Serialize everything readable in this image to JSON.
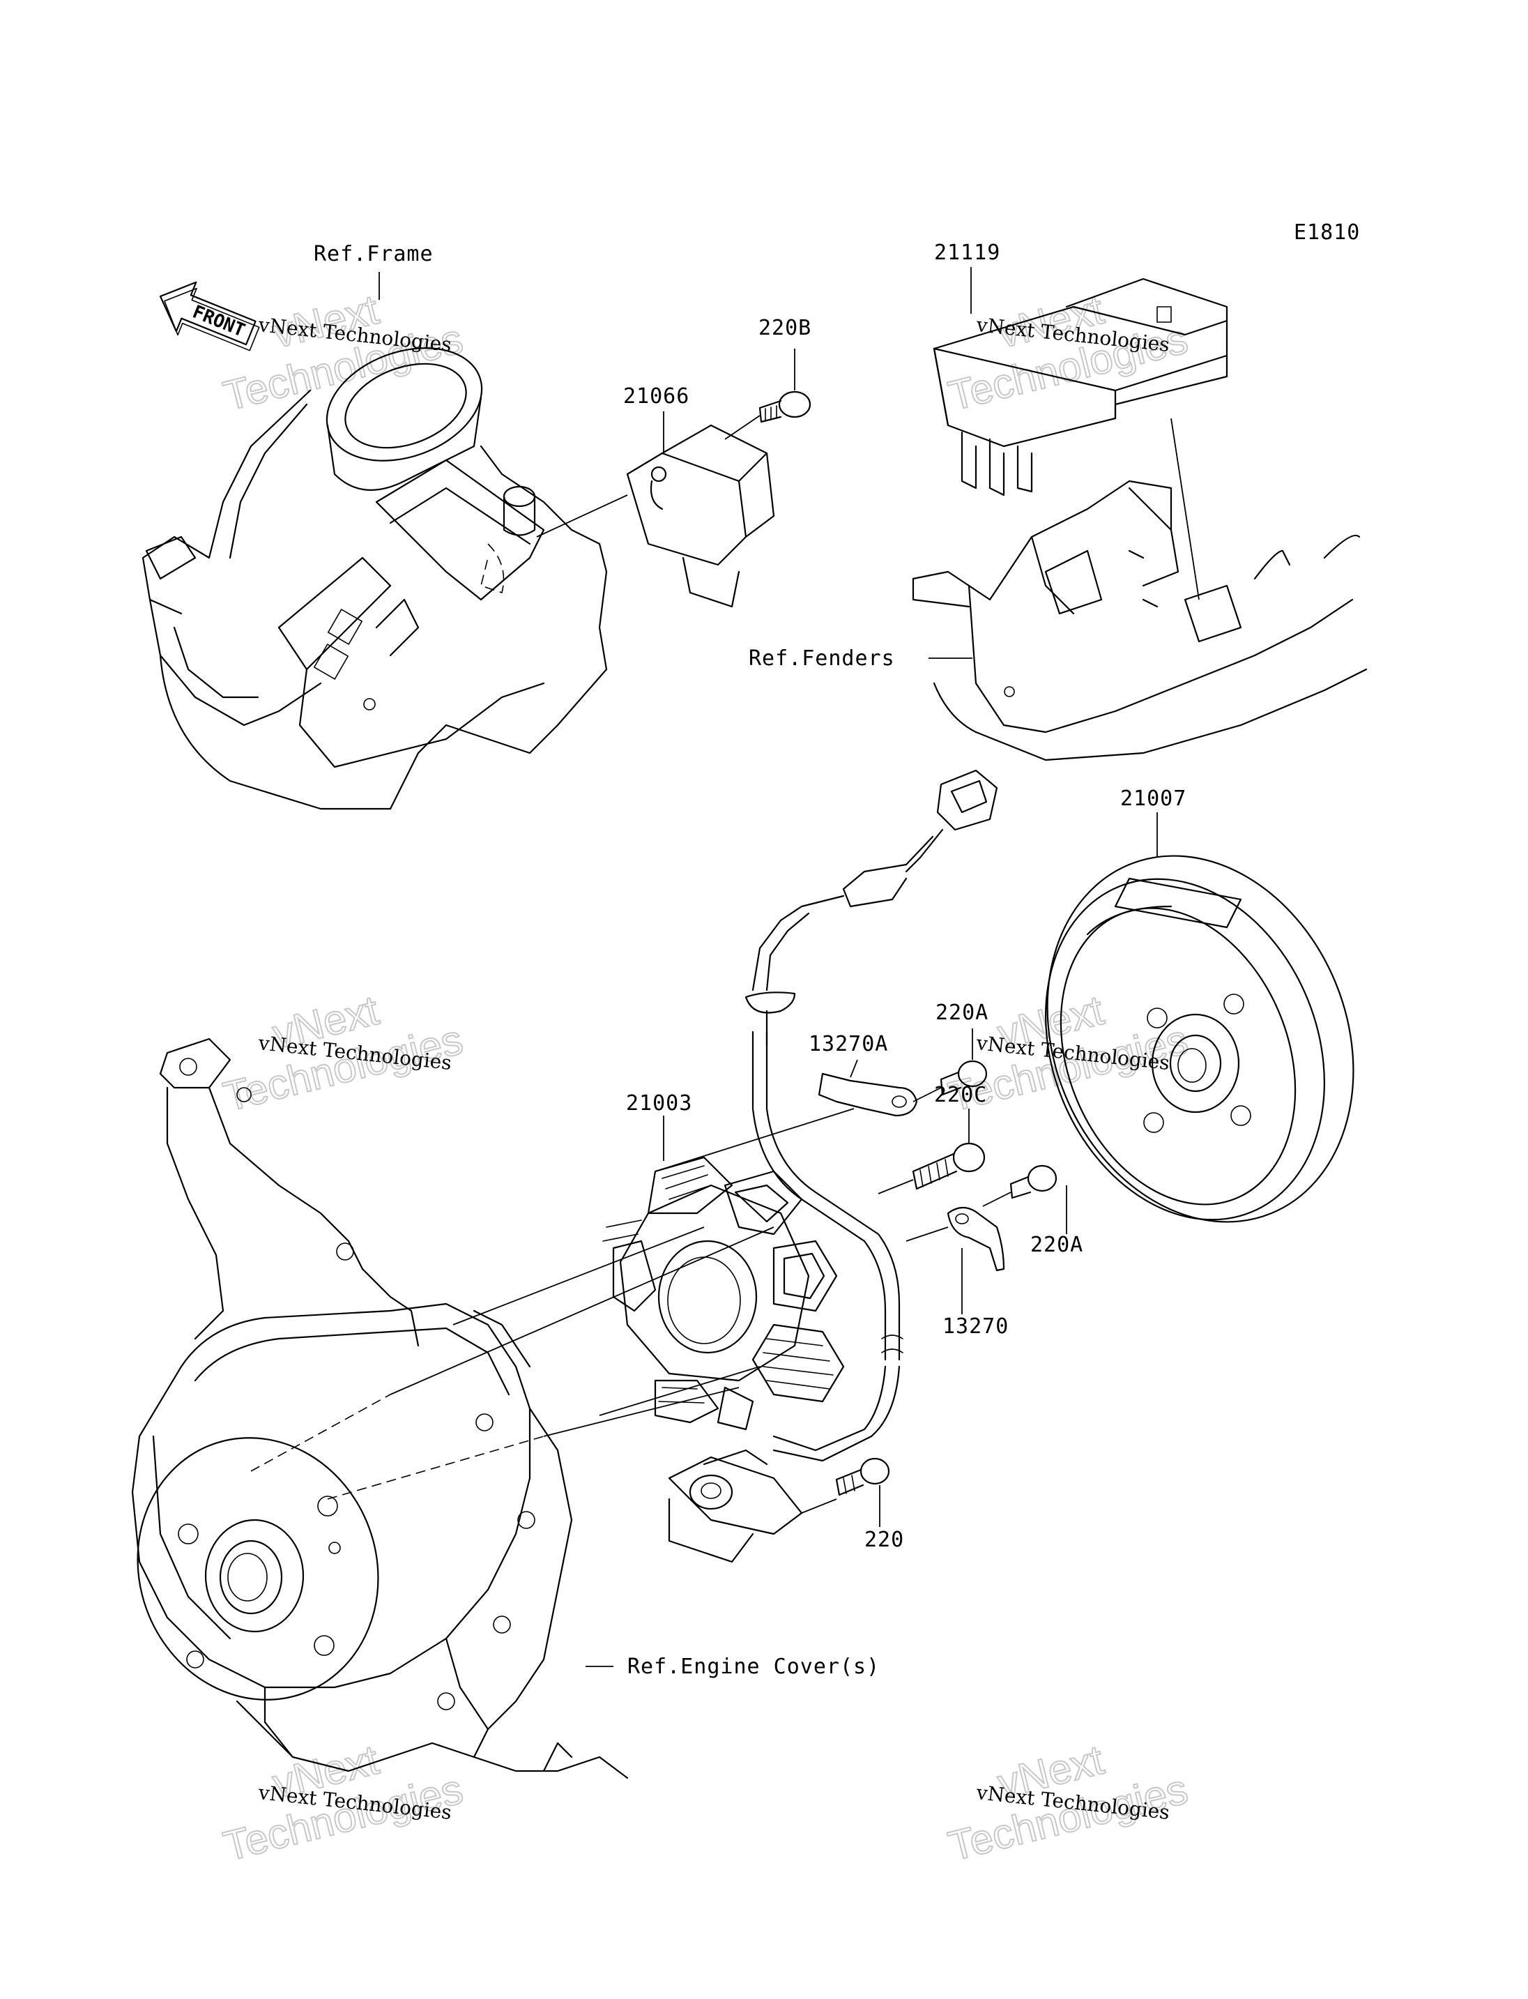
{
  "diagram_code": "E1810",
  "front_label": "FRONT",
  "refs": {
    "frame": "Ref.Frame",
    "fenders": "Ref.Fenders",
    "engine_cover": "Ref.Engine Cover(s)"
  },
  "parts": [
    {
      "id": "p-21119",
      "label": "21119"
    },
    {
      "id": "p-220b",
      "label": "220B"
    },
    {
      "id": "p-21066",
      "label": "21066"
    },
    {
      "id": "p-21007",
      "label": "21007"
    },
    {
      "id": "p-220a-top",
      "label": "220A"
    },
    {
      "id": "p-13270a",
      "label": "13270A"
    },
    {
      "id": "p-220c",
      "label": "220C"
    },
    {
      "id": "p-21003",
      "label": "21003"
    },
    {
      "id": "p-220a-low",
      "label": "220A"
    },
    {
      "id": "p-13270",
      "label": "13270"
    },
    {
      "id": "p-220",
      "label": "220"
    }
  ],
  "watermark": {
    "line1": "vNext Technologies",
    "big1": "vNext",
    "big2": "Technologies"
  }
}
